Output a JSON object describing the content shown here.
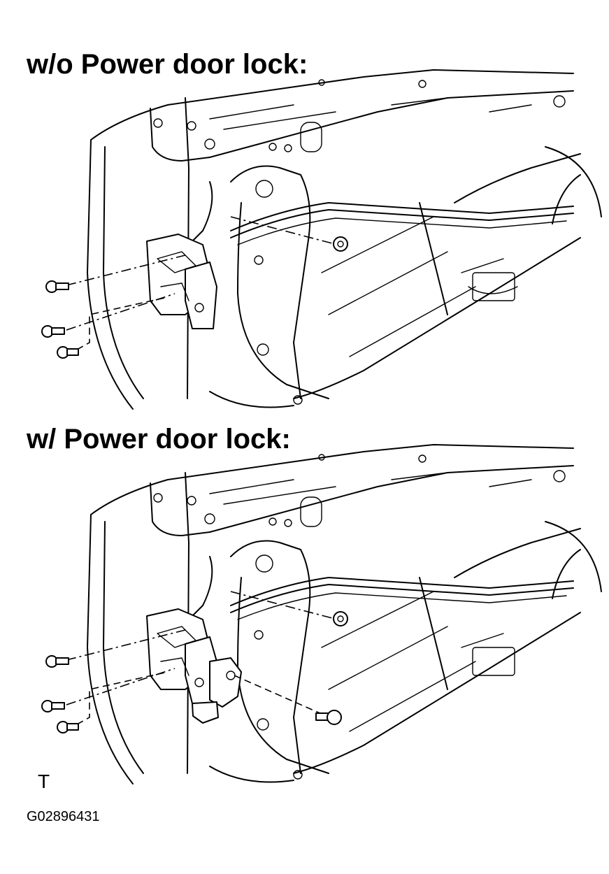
{
  "headings": {
    "without_power_lock": "w/o Power door lock:",
    "with_power_lock": "w/ Power door lock:"
  },
  "figure_mark": "T",
  "figure_code": "G02896431"
}
